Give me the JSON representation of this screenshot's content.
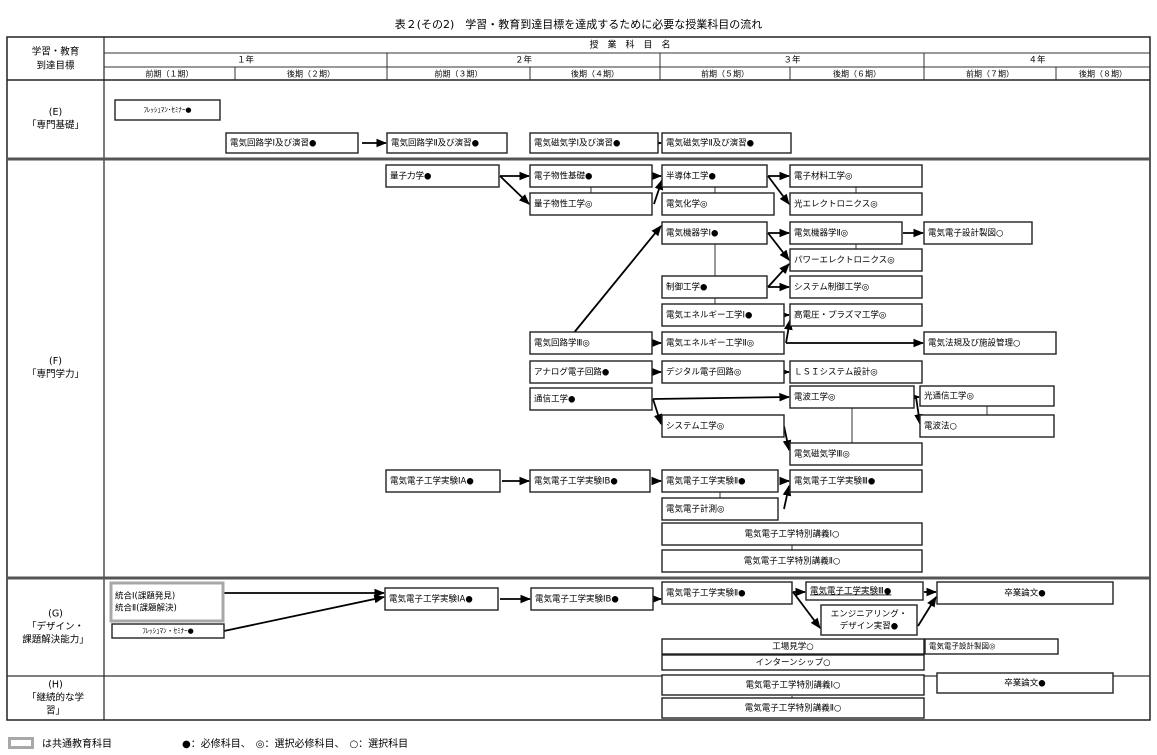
{
  "title": "表２(その2)　学習・教育到達目標を達成するために必要な授業科目の流れ",
  "header": {
    "goal_col": [
      "学習・教育",
      "到達目標"
    ],
    "subject_name": "授　業　科　目　名",
    "years": [
      "１年",
      "２年",
      "３年",
      "４年"
    ],
    "terms": [
      "前期（１期）",
      "後期（２期）",
      "前期（３期）",
      "後期（４期）",
      "前期（５期）",
      "後期（６期）",
      "前期（７期）",
      "後期（８期）"
    ]
  },
  "rows": [
    {
      "id": "E",
      "label": [
        "(E)",
        "「専門基礎」"
      ]
    },
    {
      "id": "F",
      "label": [
        "(F)",
        "「専門学力」"
      ]
    },
    {
      "id": "G",
      "label": [
        "(G)",
        "「デザイン・",
        "課題解決能力」"
      ]
    },
    {
      "id": "H",
      "label": [
        "(H)",
        "「継続的な学",
        "習」"
      ]
    }
  ],
  "courses": {
    "e_fresh": "ﾌﾚｯｼｭﾏﾝ･ｾﾐﾅｰ●",
    "e_circ1": "電気回路学Ⅰ及び演習●",
    "e_circ2": "電気回路学Ⅱ及び演習●",
    "e_mag1": "電気磁気学Ⅰ及び演習●",
    "e_mag2": "電気磁気学Ⅱ及び演習●",
    "f_quantum": "量子力学●",
    "f_solid": "電子物性基礎●",
    "f_qprop": "量子物性工学◎",
    "f_semi": "半導体工学●",
    "f_echem": "電気化学◎",
    "f_emat": "電子材料工学◎",
    "f_opto": "光エレクトロニクス◎",
    "f_mach1": "電気機器学Ⅰ●",
    "f_mach2": "電気機器学Ⅱ◎",
    "f_draw": "電気電子設計製図○",
    "f_power": "パワーエレクトロニクス◎",
    "f_ctrl": "制御工学●",
    "f_sysctrl": "システム制御工学◎",
    "f_energy1": "電気エネルギー工学Ⅰ●",
    "f_hv": "高電圧・プラズマ工学◎",
    "f_circ3": "電気回路学Ⅲ◎",
    "f_energy2": "電気エネルギー工学Ⅱ◎",
    "f_law": "電気法規及び施設管理○",
    "f_analog": "アナログ電子回路●",
    "f_digital": "デジタル電子回路◎",
    "f_lsi": "ＬＳＩシステム設計◎",
    "f_comm": "通信工学●",
    "f_wave": "電波工学◎",
    "f_optcomm": "光通信工学◎",
    "f_system": "システム工学◎",
    "f_radiolaw": "電波法○",
    "f_mag3": "電気磁気学Ⅲ◎",
    "f_exp1a": "電気電子工学実験ⅠA●",
    "f_exp1b": "電気電子工学実験ⅠB●",
    "f_exp2": "電気電子工学実験Ⅱ●",
    "f_exp3": "電気電子工学実験Ⅲ●",
    "f_meas": "電気電子計測◎",
    "f_sp1": "電気電子工学特別講義Ⅰ○",
    "f_sp2": "電気電子工学特別講義Ⅱ○",
    "g_integ": [
      "統合Ⅰ(課題発見)",
      "統合Ⅱ(課題解決)"
    ],
    "g_fresh": "ﾌﾚｯｼｭﾏﾝ・ｾﾐﾅｰ●",
    "g_exp1a": "電気電子工学実験ⅠA●",
    "g_exp1b": "電気電子工学実験ⅠB●",
    "g_exp2": "電気電子工学実験Ⅱ●",
    "g_exp3": "電気電子工学実験Ⅲ●",
    "g_eng": [
      "エンジニアリング・",
      "デザイン実習●"
    ],
    "g_thesis": "卒業論文●",
    "g_factory": "工場見学○",
    "g_intern": "インターンシップ○",
    "g_draw": "電気電子設計製図◎",
    "h_sp1": "電気電子工学特別講義Ⅰ○",
    "h_sp2": "電気電子工学特別講義Ⅱ○",
    "h_thesis": "卒業論文●"
  },
  "legend": {
    "common": "は共通教育科目",
    "symbols": "●：必修科目、　◎：選択必修科目、　○：選択科目"
  },
  "colors": {
    "line": "#000000",
    "grid": "#333333",
    "common_border": "#a8a8a8"
  }
}
